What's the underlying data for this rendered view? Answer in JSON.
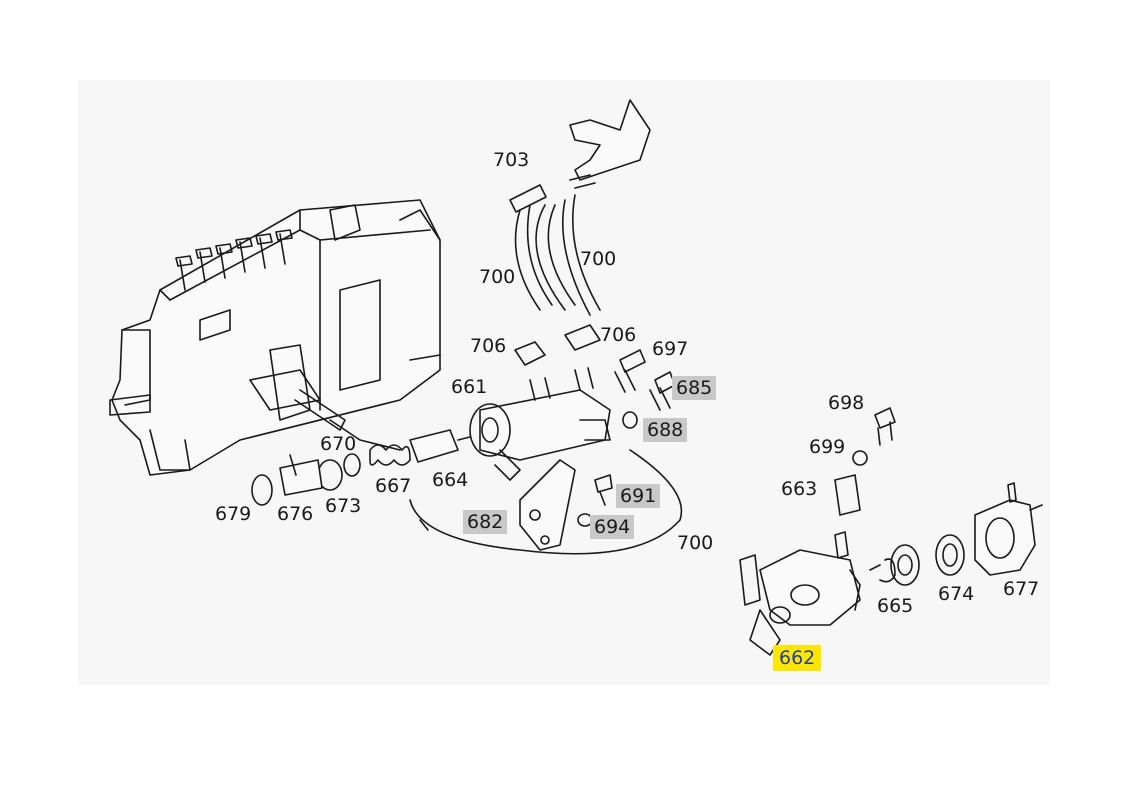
{
  "colors": {
    "highlight": "#c8c8c8",
    "selected": "#ffe600",
    "selected_text": "#1f3fae",
    "line": "#1a1a1a"
  },
  "callouts": {
    "c703": "703",
    "c700a": "700",
    "c700b": "700",
    "c706a": "706",
    "c706b": "706",
    "c697": "697",
    "c685": "685",
    "c661": "661",
    "c688": "688",
    "c670": "670",
    "c664": "664",
    "c667": "667",
    "c679": "679",
    "c676": "676",
    "c673": "673",
    "c682": "682",
    "c691": "691",
    "c694": "694",
    "c700c": "700",
    "c698": "698",
    "c699": "699",
    "c663": "663",
    "c665": "665",
    "c674": "674",
    "c677": "677",
    "c662": "662"
  }
}
